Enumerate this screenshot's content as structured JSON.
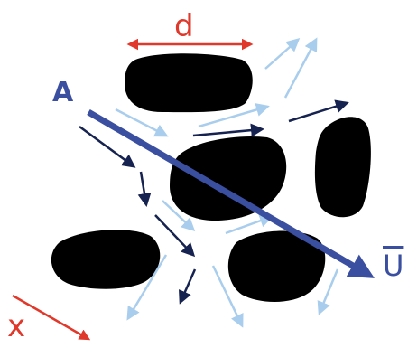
{
  "labels": {
    "diameter": "d",
    "point": "A",
    "axis": "x",
    "velocity": "U"
  },
  "colors": {
    "particle": "#000000",
    "mean_flow": "#3a4fa0",
    "dark_streamline": "#16224f",
    "light_streamline": "#a9cdec",
    "annotation": "#e0392b"
  }
}
